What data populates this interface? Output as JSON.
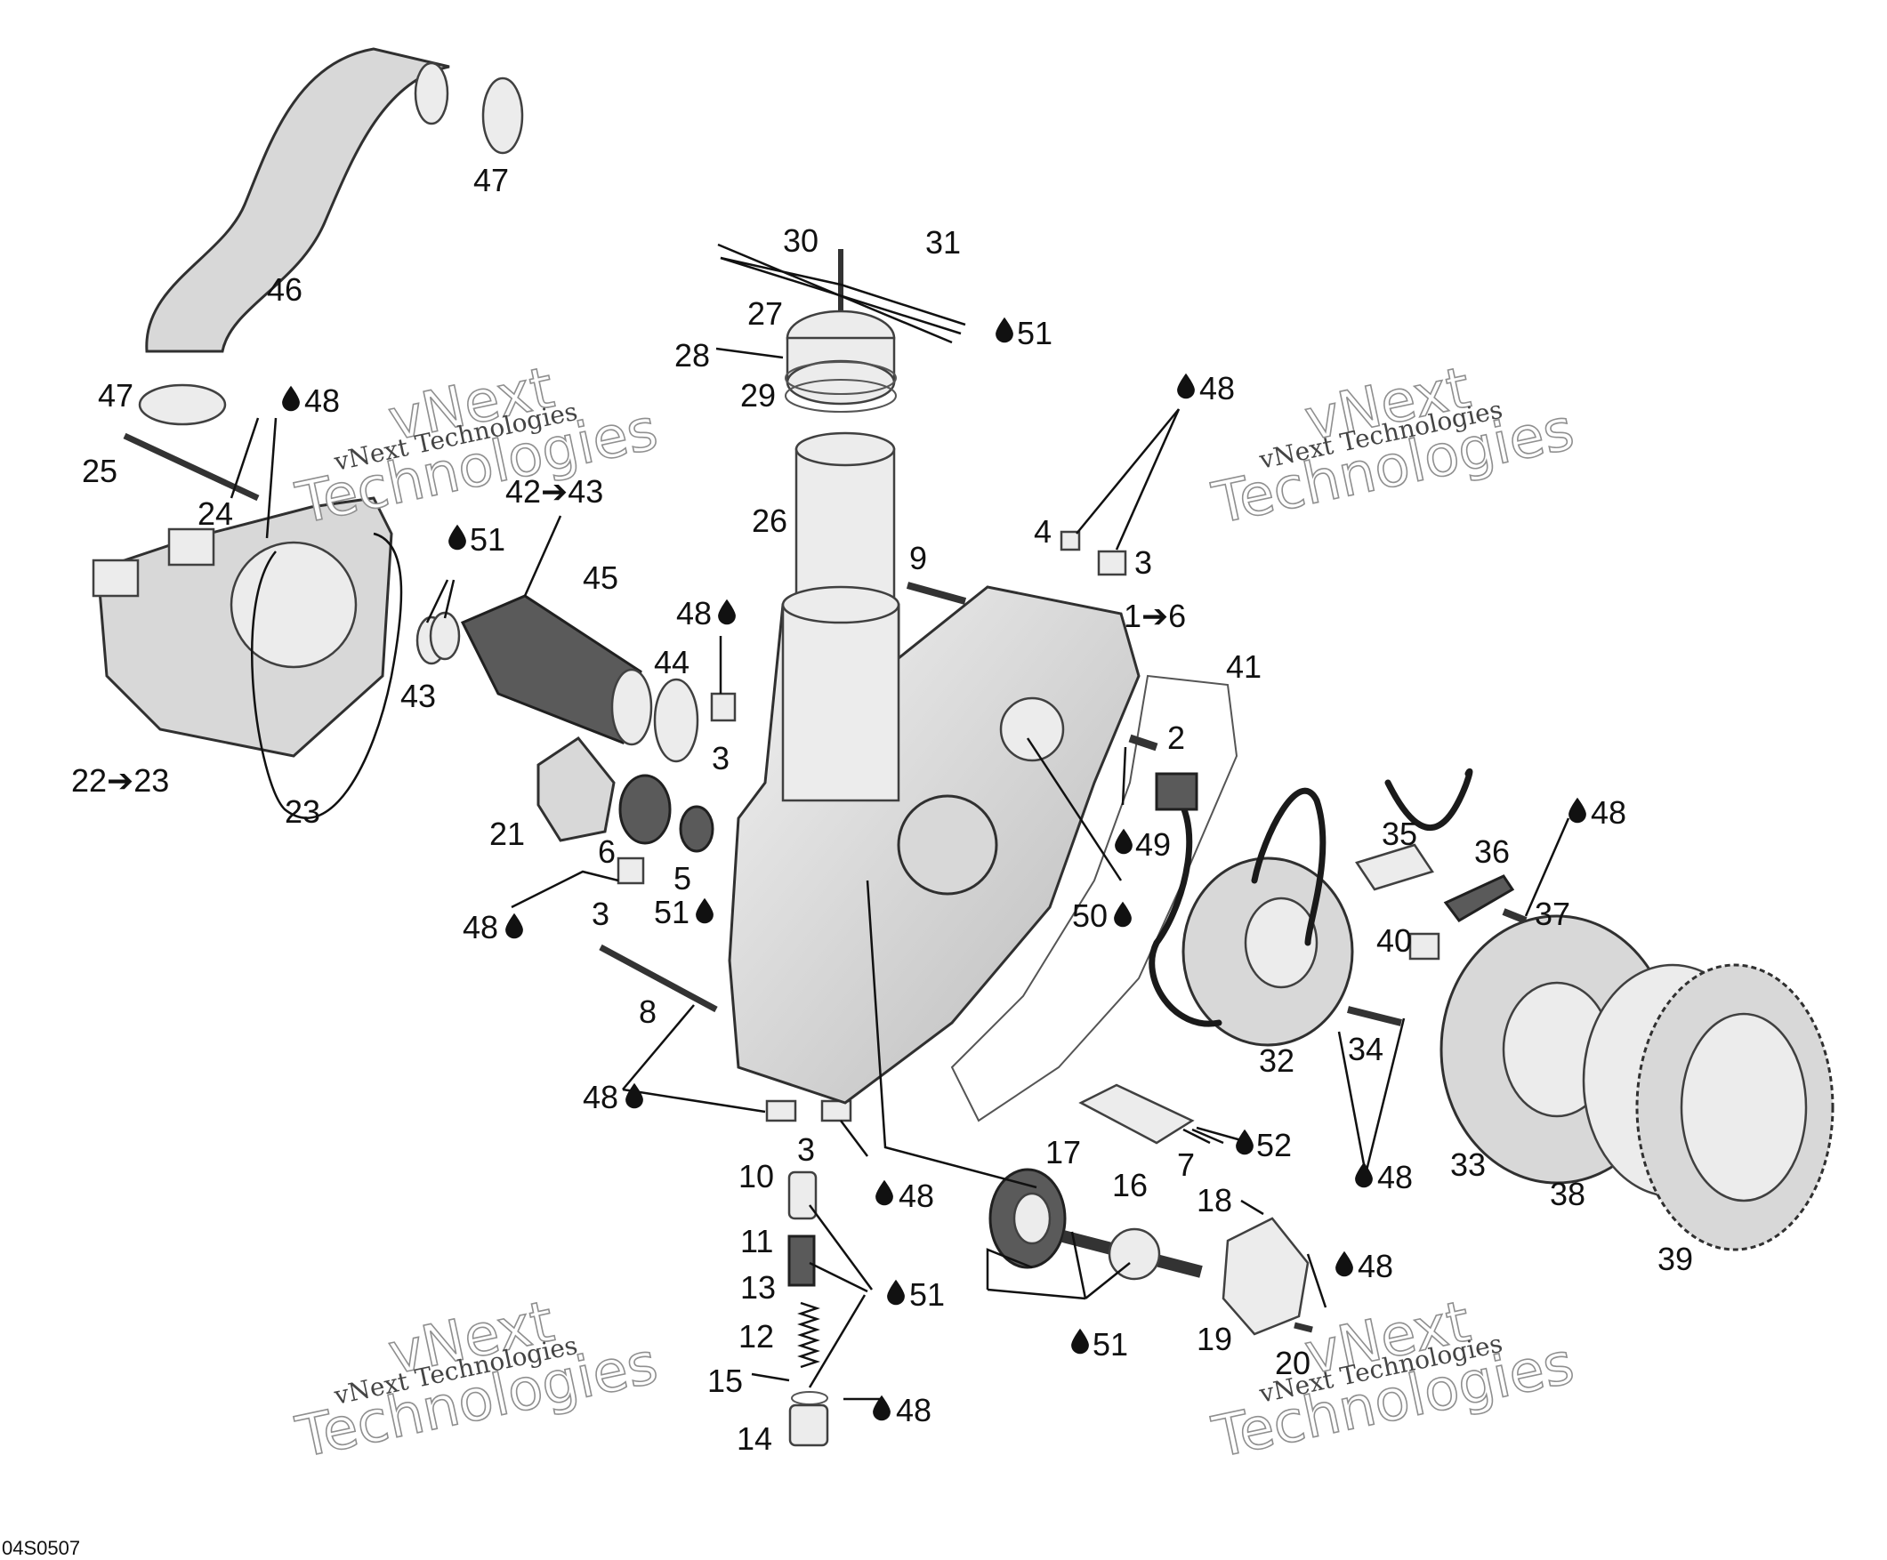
{
  "labels": {
    "l1": "1➔6",
    "l2": "2",
    "l3a": "3",
    "l3b": "3",
    "l3c": "3",
    "l3d": "3",
    "l4": "4",
    "l5": "5",
    "l6": "6",
    "l7": "7",
    "l8": "8",
    "l9": "9",
    "l10": "10",
    "l11": "11",
    "l12": "12",
    "l13": "13",
    "l14": "14",
    "l15": "15",
    "l16": "16",
    "l17": "17",
    "l18": "18",
    "l19": "19",
    "l20": "20",
    "l21": "21",
    "l22": "22➔23",
    "l23": "23",
    "l24": "24",
    "l25": "25",
    "l26": "26",
    "l27": "27",
    "l28": "28",
    "l29": "29",
    "l30": "30",
    "l31": "31",
    "l32": "32",
    "l33": "33",
    "l34": "34",
    "l35": "35",
    "l36": "36",
    "l37": "37",
    "l38": "38",
    "l39": "39",
    "l40": "40",
    "l41": "41",
    "l42": "42➔43",
    "l43": "43",
    "l44": "44",
    "l45": "45",
    "l46": "46",
    "l47a": "47",
    "l47b": "47"
  },
  "callouts": {
    "c48a": "48",
    "c48b": "48",
    "c48c": "48",
    "c48d": "48",
    "c48e": "48",
    "c48f": "48",
    "c48g": "48",
    "c48h": "48",
    "c48i": "48",
    "c48j": "48",
    "c49": "49",
    "c50": "50",
    "c51a": "51",
    "c51b": "51",
    "c51c": "51",
    "c51d": "51",
    "c51e": "51",
    "c52": "52"
  },
  "drop_icon": "oil-drop-icon",
  "drawing_code": "04S0507",
  "watermark": {
    "word1": "vNext",
    "word2": "Technologies",
    "line": "vNext Technologies"
  }
}
